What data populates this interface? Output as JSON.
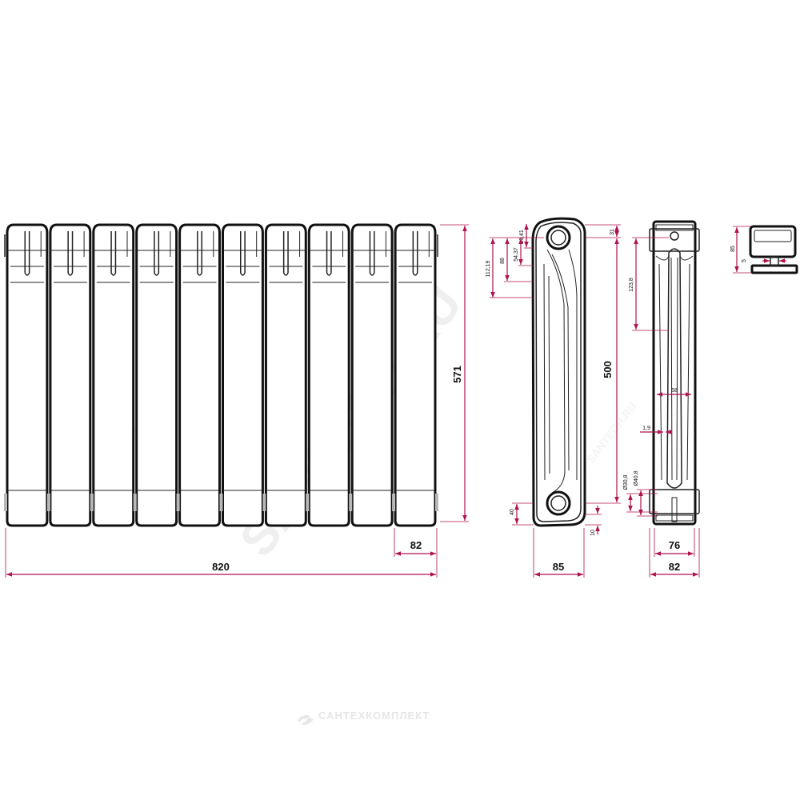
{
  "watermark": {
    "text": "SANTECH.RU",
    "brand": "САНТЕХКОМПЛЕКТ"
  },
  "colors": {
    "dimension": "#b0124f",
    "outline": "#111111",
    "watermark": "#efefef"
  },
  "front_view": {
    "sections": 10,
    "dims": {
      "total_width": "820",
      "section_width": "82",
      "height": "571"
    }
  },
  "side_view": {
    "dims": {
      "d19_41": "19,41",
      "d54_37": "54,37",
      "d88": "88",
      "d112_19": "112,19",
      "d31": "31",
      "center_distance": "500",
      "d40": "40",
      "d10": "10",
      "depth": "85"
    }
  },
  "section_view": {
    "dims": {
      "d123_8": "123,8",
      "d58": "58",
      "d1_9": "1,9",
      "d30_8": "Ø30,8",
      "d40_8": "Ø40,8",
      "inner_width": "76",
      "outer_width": "82"
    }
  },
  "profile_view": {
    "dims": {
      "d85": "85",
      "d5": "5"
    }
  }
}
